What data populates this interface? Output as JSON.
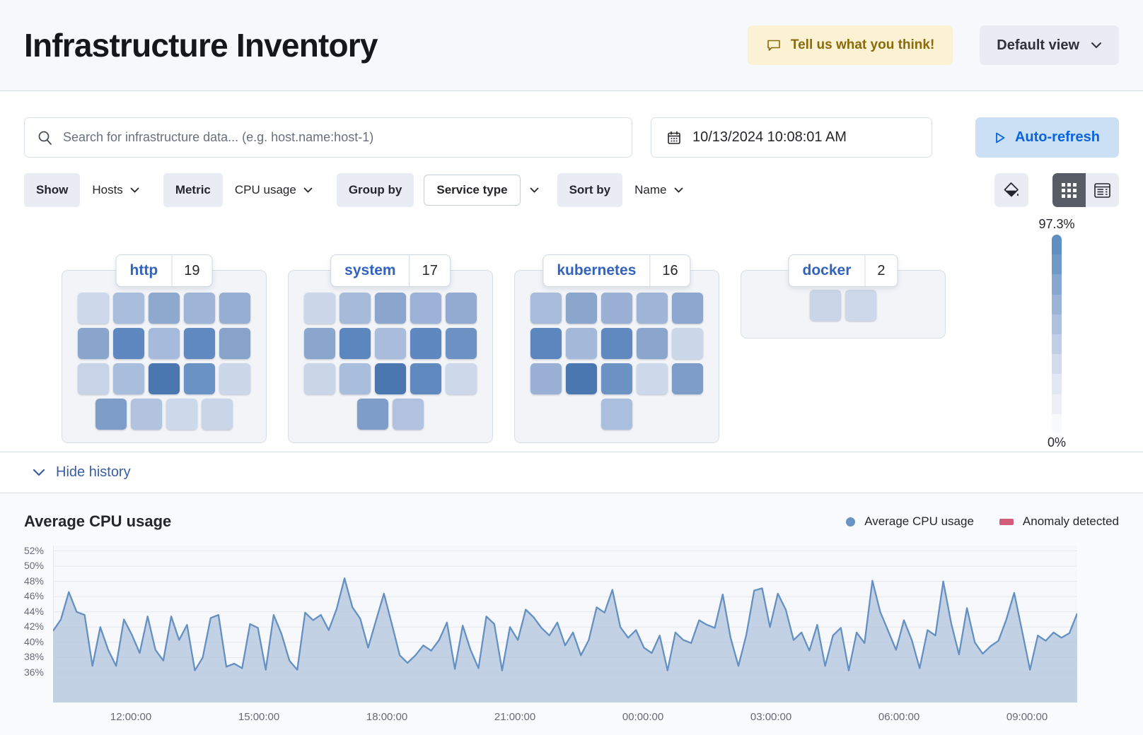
{
  "header": {
    "title": "Infrastructure Inventory",
    "feedback_label": "Tell us what you think!",
    "view_label": "Default view"
  },
  "toolbar": {
    "search_placeholder": "Search for infrastructure data... (e.g. host.name:host-1)",
    "datetime": "10/13/2024 10:08:01 AM",
    "autorefresh_label": "Auto-refresh"
  },
  "filters": [
    {
      "label": "Show",
      "value": "Hosts"
    },
    {
      "label": "Metric",
      "value": "CPU usage"
    },
    {
      "label": "Group by",
      "value": "Service type"
    },
    {
      "label": "Sort by",
      "value": "Name"
    }
  ],
  "waffle": {
    "groups": [
      {
        "name": "http",
        "count": "19",
        "rows": [
          [
            "#cdd9ea",
            "#a9bddd",
            "#8ea9ce",
            "#9fb5d8",
            "#97aed3"
          ],
          [
            "#8aa5cc",
            "#5e88bf",
            "#a6badb",
            "#6089c0",
            "#87a3ca"
          ],
          [
            "#c7d4e7",
            "#a9bddd",
            "#4a77af",
            "#6b92c5",
            "#cbd8e9"
          ],
          [
            "#7e9dc9",
            "#b2c3e0",
            "#ccd9ea",
            "#c9d6e8"
          ]
        ]
      },
      {
        "name": "system",
        "count": "17",
        "rows": [
          [
            "#ccd8e9",
            "#a6bada",
            "#8aa6cd",
            "#9cb2d6",
            "#93abd1"
          ],
          [
            "#8ba6cc",
            "#5b86be",
            "#a9bcdc",
            "#5f88c0",
            "#6d93c4"
          ],
          [
            "#c9d6e8",
            "#a9bddd",
            "#4a77af",
            "#6089c0",
            "#cdd9ea"
          ],
          [
            "#7e9dc9",
            "#b0c2df"
          ]
        ]
      },
      {
        "name": "kubernetes",
        "count": "16",
        "rows": [
          [
            "#a9bcdc",
            "#8aa6cd",
            "#9ab1d5",
            "#9fb5d8",
            "#8ca8ce"
          ],
          [
            "#5b86be",
            "#a4b8da",
            "#6089c0",
            "#8aa6cd",
            "#cbd8e9"
          ],
          [
            "#9ab1d5",
            "#4a77af",
            "#6d93c4",
            "#ccd9ea",
            "#7e9dc9"
          ],
          [
            "#aabfde"
          ]
        ]
      },
      {
        "name": "docker",
        "count": "2",
        "rows": [
          [
            "#c9d6e8",
            "#ccd9ea"
          ]
        ]
      }
    ],
    "legend": {
      "max": "97.3%",
      "min": "0%",
      "steps": [
        "#6090c1",
        "#7099c7",
        "#86a7cf",
        "#9ab3d6",
        "#aec1de",
        "#c0cfe5",
        "#d2dcee",
        "#e1e7f3",
        "#edf1f7",
        "#f7f9fc"
      ]
    }
  },
  "history": {
    "toggle_label": "Hide history"
  },
  "chart_data": {
    "type": "area",
    "title": "Average CPU usage",
    "legend": [
      {
        "label": "Average CPU usage",
        "color": "#6b93c4",
        "marker": "dot"
      },
      {
        "label": "Anomaly detected",
        "color": "#d05c79",
        "marker": "dash"
      }
    ],
    "y_ticks": [
      "36%",
      "38%",
      "40%",
      "42%",
      "44%",
      "46%",
      "48%",
      "50%",
      "52%"
    ],
    "y_tick_values": [
      36,
      38,
      40,
      42,
      44,
      46,
      48,
      50,
      52
    ],
    "x_ticks": [
      "12:00:00",
      "15:00:00",
      "18:00:00",
      "21:00:00",
      "00:00:00",
      "03:00:00",
      "06:00:00",
      "09:00:00"
    ],
    "ylim": [
      32.1,
      52.7
    ],
    "grid": true,
    "line_color": "#6590c2",
    "fill_color": "#b6c7de",
    "plot_bg": "#f6f8fb",
    "grid_color": "#e3e7ee",
    "values": [
      41.5,
      43.0,
      46.6,
      44.0,
      43.6,
      36.9,
      42.0,
      39.0,
      36.9,
      43.0,
      41.0,
      38.6,
      43.4,
      39.0,
      37.6,
      43.4,
      40.3,
      42.3,
      36.3,
      38.0,
      43.2,
      43.6,
      36.8,
      37.2,
      36.6,
      42.4,
      41.9,
      36.4,
      43.6,
      41.1,
      37.6,
      36.4,
      43.9,
      42.9,
      43.6,
      41.6,
      44.4,
      48.4,
      44.6,
      43.1,
      39.3,
      42.9,
      46.4,
      42.4,
      38.3,
      37.3,
      38.3,
      39.6,
      38.9,
      40.3,
      42.6,
      36.5,
      42.2,
      39.0,
      36.6,
      43.4,
      42.4,
      36.3,
      42.0,
      40.3,
      44.3,
      43.3,
      41.9,
      40.9,
      42.6,
      39.6,
      41.3,
      38.3,
      40.3,
      44.6,
      43.9,
      46.9,
      42.0,
      40.6,
      41.6,
      39.3,
      38.6,
      40.9,
      36.3,
      41.3,
      40.3,
      39.9,
      42.9,
      42.3,
      41.9,
      46.3,
      40.6,
      36.9,
      41.0,
      46.8,
      47.1,
      42.0,
      46.4,
      44.3,
      40.3,
      41.3,
      38.9,
      42.3,
      36.9,
      40.9,
      41.9,
      36.3,
      41.3,
      39.9,
      48.1,
      44.0,
      41.5,
      39.0,
      42.9,
      40.3,
      36.6,
      41.6,
      40.9,
      48.0,
      42.5,
      38.4,
      44.5,
      40.0,
      38.5,
      39.5,
      40.2,
      43.0,
      46.5,
      41.5,
      36.4,
      40.9,
      40.2,
      41.3,
      40.6,
      41.2,
      43.8
    ]
  }
}
